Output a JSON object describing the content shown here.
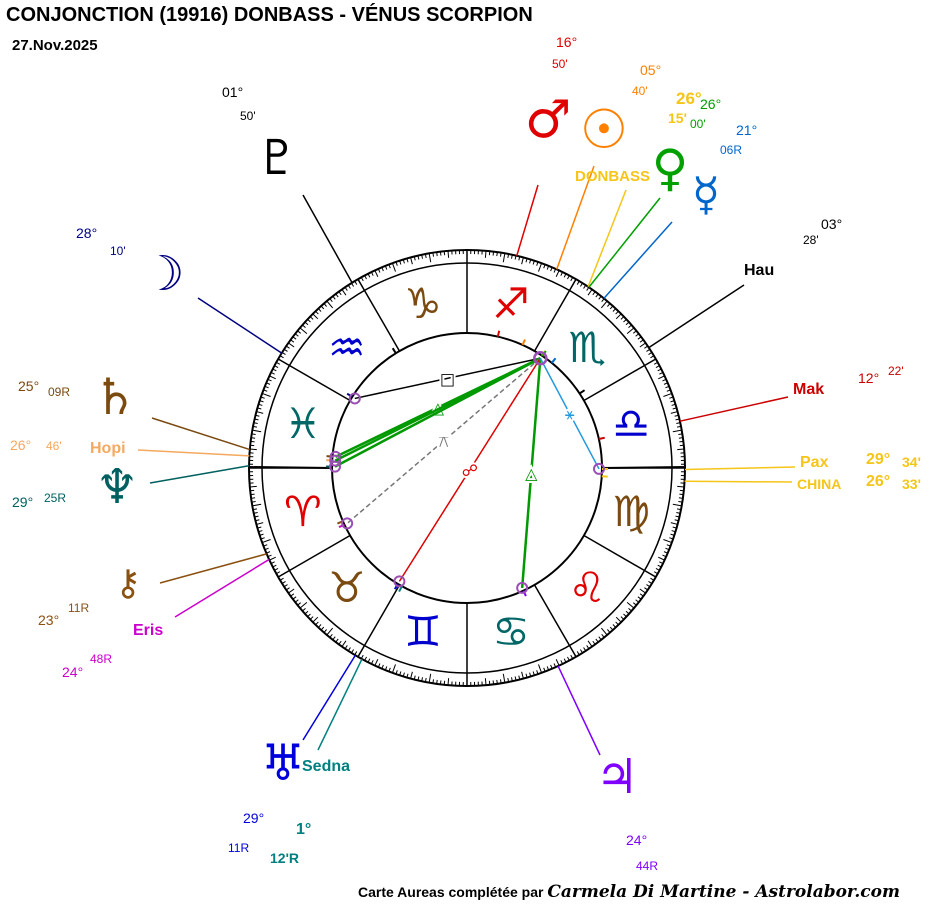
{
  "header": {
    "title": "CONJONCTION (19916) DONBASS - VÉNUS SCORPION",
    "date": "27.Nov.2025"
  },
  "footer": {
    "prefix": "Carte Aureas complétée par",
    "signature": "Carmela Di Martine - Astrolabor.com"
  },
  "colors": {
    "fire": "#e00000",
    "earth": "#7a4a10",
    "air": "#0000cc",
    "water": "#006666"
  },
  "signs": [
    {
      "name": "aries",
      "glyph": "♈",
      "element": "fire"
    },
    {
      "name": "taurus",
      "glyph": "♉",
      "element": "earth"
    },
    {
      "name": "gemini",
      "glyph": "♊",
      "element": "air"
    },
    {
      "name": "cancer",
      "glyph": "♋",
      "element": "water"
    },
    {
      "name": "leo",
      "glyph": "♌",
      "element": "fire"
    },
    {
      "name": "virgo",
      "glyph": "♍",
      "element": "earth"
    },
    {
      "name": "libra",
      "glyph": "♎",
      "element": "air"
    },
    {
      "name": "scorpio",
      "glyph": "♏",
      "element": "water"
    },
    {
      "name": "sagittarius",
      "glyph": "♐",
      "element": "fire"
    },
    {
      "name": "capricorn",
      "glyph": "♑",
      "element": "earth"
    },
    {
      "name": "aquarius",
      "glyph": "♒",
      "element": "air"
    },
    {
      "name": "pisces",
      "glyph": "♓",
      "element": "water"
    }
  ],
  "bodies": {
    "pluto": {
      "glyph": "♇",
      "deg": "01°",
      "min": "50'",
      "lon": 301.8,
      "color": "#000000"
    },
    "moon": {
      "glyph": "☽",
      "deg": "28°",
      "min": "10'",
      "lon": 328.2,
      "color": "#000080"
    },
    "mars": {
      "glyph": "♂",
      "deg": "16°",
      "min": "50'",
      "lon": 256.8,
      "color": "#e00000"
    },
    "sun": {
      "glyph": "☉",
      "deg": "05°",
      "min": "40'",
      "lon": 245.7,
      "color": "#ff8000"
    },
    "donbass": {
      "label": "DONBASS",
      "deg": "26°",
      "min": "15'",
      "lon": 236.25,
      "color": "#f5c518"
    },
    "venus": {
      "glyph": "♀",
      "deg": "26°",
      "min": "00'",
      "lon": 236.0,
      "color": "#00a000"
    },
    "mercury": {
      "glyph": "☿",
      "deg": "21°",
      "min": "06R",
      "lon": 231.1,
      "color": "#0066cc"
    },
    "hau": {
      "label": "Hau",
      "deg": "03°",
      "min": "28'",
      "lon": 213.5,
      "color": "#000000"
    },
    "mak": {
      "label": "Mak",
      "deg": "12°",
      "min": "22'",
      "lon": 192.4,
      "color": "#cc0000"
    },
    "pax": {
      "label": "Pax",
      "deg": "29°",
      "min": "34'",
      "lon": 179.6,
      "color": "#f5c518"
    },
    "china": {
      "label": "CHINA",
      "deg": "26°",
      "min": "33'",
      "lon": 176.5,
      "color": "#f5c518"
    },
    "saturn": {
      "glyph": "♄",
      "deg": "25°",
      "min": "09R",
      "lon": 355.15,
      "color": "#7a4a10"
    },
    "hopi": {
      "label": "Hopi",
      "deg": "26°",
      "min": "46'",
      "lon": 356.8,
      "color": "#f5a860"
    },
    "neptune": {
      "glyph": "♆",
      "deg": "29°",
      "min": "25R",
      "lon": 359.4,
      "color": "#006060"
    },
    "chiron": {
      "glyph": "⚷",
      "deg": "23°",
      "min": "11R",
      "lon": 23.2,
      "color": "#8a5010"
    },
    "eris": {
      "label": "Eris",
      "deg": "24°",
      "min": "48R",
      "lon": 24.8,
      "color": "#cc00cc"
    },
    "uranus": {
      "glyph": "♅",
      "deg": "29°",
      "min": "11R",
      "lon": 59.2,
      "color": "#0000dd"
    },
    "sedna": {
      "label": "Sedna",
      "deg": "1°",
      "min": "12'R",
      "lon": 61.2,
      "color": "#008080"
    },
    "jupiter": {
      "glyph": "♃",
      "deg": "24°",
      "min": "44R",
      "lon": 114.7,
      "color": "#8000ff"
    }
  },
  "aspects": [
    {
      "from": "donbass",
      "to": "moon",
      "type": "square",
      "symbol": "□",
      "color": "#000000"
    },
    {
      "from": "donbass",
      "to": "saturn",
      "type": "trine",
      "symbol": "△",
      "color": "#009900"
    },
    {
      "from": "donbass",
      "to": "neptune",
      "type": "trine",
      "symbol": "",
      "color": "#009900"
    },
    {
      "from": "donbass",
      "to": "hopi",
      "type": "trine",
      "symbol": "",
      "color": "#009900"
    },
    {
      "from": "donbass",
      "to": "eris",
      "type": "quincunx",
      "symbol": "⚻",
      "color": "#777777"
    },
    {
      "from": "donbass",
      "to": "uranus",
      "type": "opposition",
      "symbol": "☍",
      "color": "#dd0000"
    },
    {
      "from": "donbass",
      "to": "jupiter",
      "type": "trine",
      "symbol": "△",
      "color": "#009900"
    },
    {
      "from": "donbass",
      "to": "pax",
      "type": "sextile",
      "symbol": "⚹",
      "color": "#2299dd"
    }
  ]
}
